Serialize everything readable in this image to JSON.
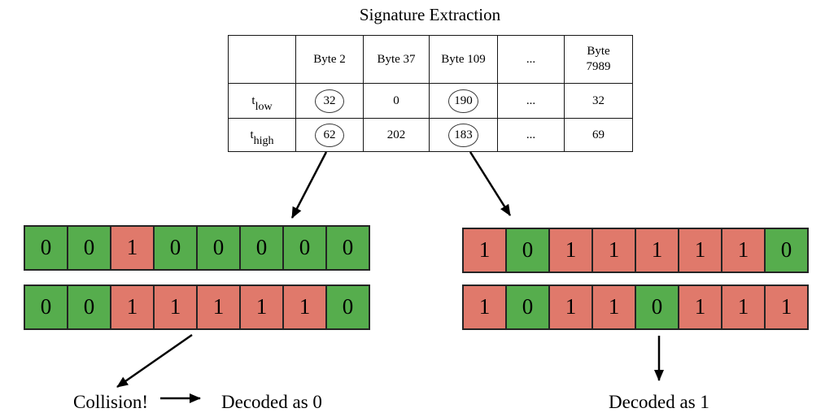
{
  "title": "Signature Extraction",
  "colors": {
    "zero_green": "#56ad4d",
    "one_red": "#e0796b"
  },
  "table": {
    "headers": [
      "",
      "Byte 2",
      "Byte 37",
      "Byte 109",
      "...",
      "Byte 7989"
    ],
    "rows": [
      {
        "label_base": "t",
        "label_sub": "low",
        "cells": [
          {
            "value": "32",
            "circled": true
          },
          {
            "value": "0",
            "circled": false
          },
          {
            "value": "190",
            "circled": true
          },
          {
            "value": "...",
            "circled": false
          },
          {
            "value": "32",
            "circled": false
          }
        ]
      },
      {
        "label_base": "t",
        "label_sub": "high",
        "cells": [
          {
            "value": "62",
            "circled": true
          },
          {
            "value": "202",
            "circled": false
          },
          {
            "value": "183",
            "circled": true
          },
          {
            "value": "...",
            "circled": false
          },
          {
            "value": "69",
            "circled": false
          }
        ]
      }
    ]
  },
  "bit_arrays": {
    "left_top": [
      0,
      0,
      1,
      0,
      0,
      0,
      0,
      0
    ],
    "left_bottom": [
      0,
      0,
      1,
      1,
      1,
      1,
      1,
      0
    ],
    "right_top": [
      1,
      0,
      1,
      1,
      1,
      1,
      1,
      0
    ],
    "right_bottom": [
      1,
      0,
      1,
      1,
      0,
      1,
      1,
      1
    ]
  },
  "labels": {
    "collision": "Collision!",
    "decoded_left": "Decoded as 0",
    "decoded_right": "Decoded as 1"
  }
}
